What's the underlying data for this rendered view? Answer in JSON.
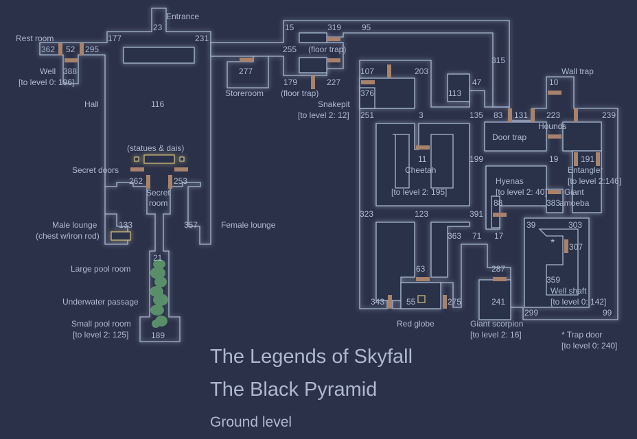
{
  "title": {
    "line1": "The Legends of Skyfall",
    "line2": "The Black Pyramid",
    "level": "Ground level"
  },
  "colors": {
    "background": "#2b3148",
    "wall": "#a9b8d2",
    "door": "#a8826a",
    "text": "#aeb9d0",
    "pool": "#5e9a6c",
    "glow": "#6f7fa6"
  },
  "labels": {
    "entrance": "Entrance",
    "rest_room": "Rest room",
    "well": "Well",
    "well_link": "[to level 0: 196]",
    "hall": "Hall",
    "statues": "(statues & dais)",
    "secret_doors": "Secret doors",
    "secret_room_1": "Secret",
    "secret_room_2": "room",
    "male_lounge": "Male lounge",
    "male_chest": "(chest w/iron rod)",
    "female_lounge": "Female lounge",
    "large_pool": "Large pool room",
    "underwater": "Underwater passage",
    "small_pool": "Small pool room",
    "small_pool_link": "[to level 2: 125]",
    "storeroom": "Storeroom",
    "floor_trap_1": "(floor trap)",
    "floor_trap_2": "(floor trap)",
    "snakepit": "Snakepit",
    "snakepit_link": "[to level 2: 12]",
    "cheetah": "Cheetah",
    "cheetah_link": "[to level 2: 195]",
    "red_globe": "Red globe",
    "giant_scorpion": "Giant scorpion",
    "giant_scorpion_link": "[to level 2: 16]",
    "wall_trap": "Wall trap",
    "hounds": "Hounds",
    "door_trap": "Door trap",
    "entangler": "Entangler",
    "entangler_link": "[to level 2:146]",
    "hyenas": "Hyenas",
    "hyenas_link": "[to level 2: 40]",
    "giant": "Giant",
    "amoeba": "amoeba",
    "well_shaft": "Well shaft",
    "well_shaft_link": "[to level 0: 142]",
    "trap_door_note": "* Trap door",
    "trap_door_link": "[to level 0: 240]",
    "star": "*"
  },
  "rooms": {
    "r23": "23",
    "r177": "177",
    "r231": "231",
    "r362": "362",
    "r52": "52",
    "r295": "295",
    "r388": "388",
    "r116": "116",
    "r262": "262",
    "r253": "253",
    "r133": "133",
    "r357": "357",
    "r21": "21",
    "r189": "189",
    "r15": "15",
    "r319": "319",
    "r95": "95",
    "r255": "255",
    "r277": "277",
    "r179": "179",
    "r227": "227",
    "r315": "315",
    "r107": "107",
    "r203": "203",
    "r376": "376",
    "r113": "113",
    "r47": "47",
    "r251": "251",
    "r3": "3",
    "r135": "135",
    "r83": "83",
    "r131": "131",
    "r223": "223",
    "r239": "239",
    "r10": "10",
    "r11": "11",
    "r199": "199",
    "r19": "19",
    "r191": "191",
    "r88": "88",
    "r383": "383",
    "r323": "323",
    "r123": "123",
    "r391": "391",
    "r363": "363",
    "r71": "71",
    "r17": "17",
    "r39": "39",
    "r303": "303",
    "r307": "307",
    "r359": "359",
    "r63": "63",
    "r343": "343",
    "r55": "55",
    "r275": "275",
    "r287": "287",
    "r241": "241",
    "r299": "299",
    "r99": "99"
  }
}
